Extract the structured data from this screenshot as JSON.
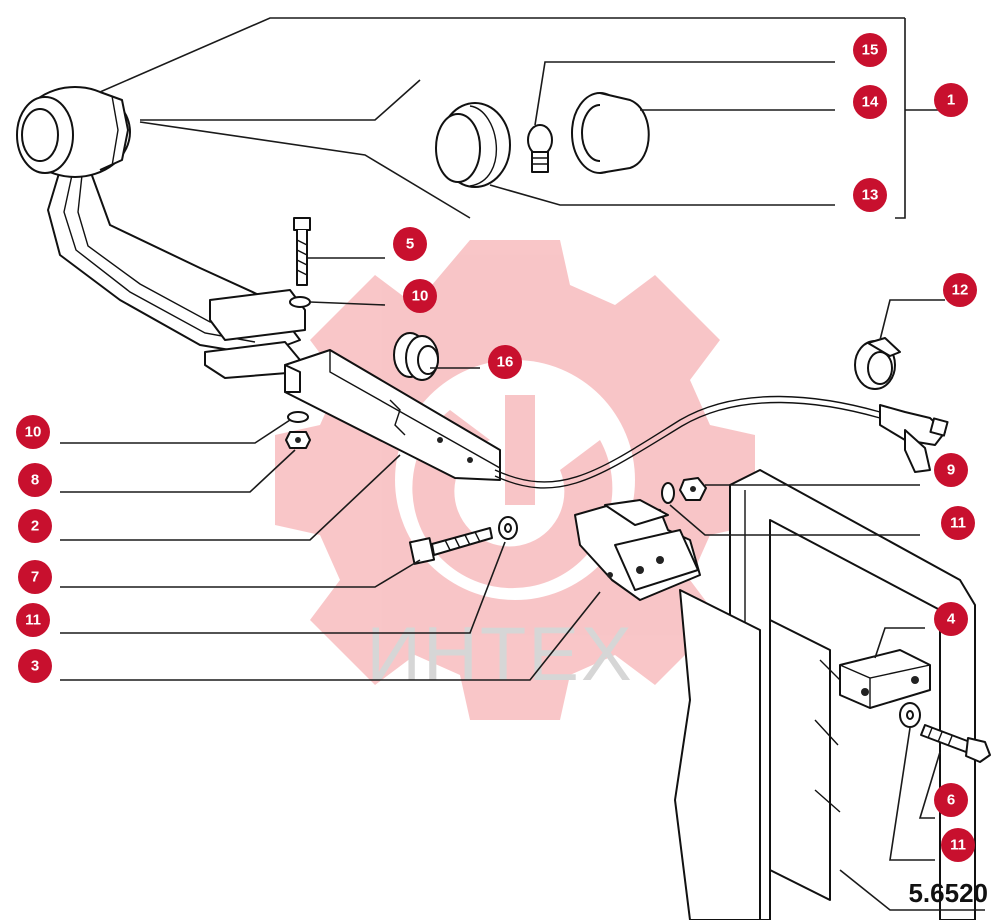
{
  "callouts": [
    {
      "id": "c1",
      "label": "1"
    },
    {
      "id": "c15",
      "label": "15"
    },
    {
      "id": "c14",
      "label": "14"
    },
    {
      "id": "c13",
      "label": "13"
    },
    {
      "id": "c5",
      "label": "5"
    },
    {
      "id": "c10a",
      "label": "10"
    },
    {
      "id": "c12",
      "label": "12"
    },
    {
      "id": "c16",
      "label": "16"
    },
    {
      "id": "c10b",
      "label": "10"
    },
    {
      "id": "c8",
      "label": "8"
    },
    {
      "id": "c9",
      "label": "9"
    },
    {
      "id": "c11a",
      "label": "11"
    },
    {
      "id": "c2",
      "label": "2"
    },
    {
      "id": "c7",
      "label": "7"
    },
    {
      "id": "c11b",
      "label": "11"
    },
    {
      "id": "c4",
      "label": "4"
    },
    {
      "id": "c3",
      "label": "3"
    },
    {
      "id": "c6",
      "label": "6"
    },
    {
      "id": "c11c",
      "label": "11"
    }
  ],
  "watermark": {
    "text": "ИНТЕХ",
    "color": "#e8343b"
  },
  "diagram_code": "5.6520",
  "colors": {
    "callout": "#c8102e",
    "line": "#111111"
  }
}
